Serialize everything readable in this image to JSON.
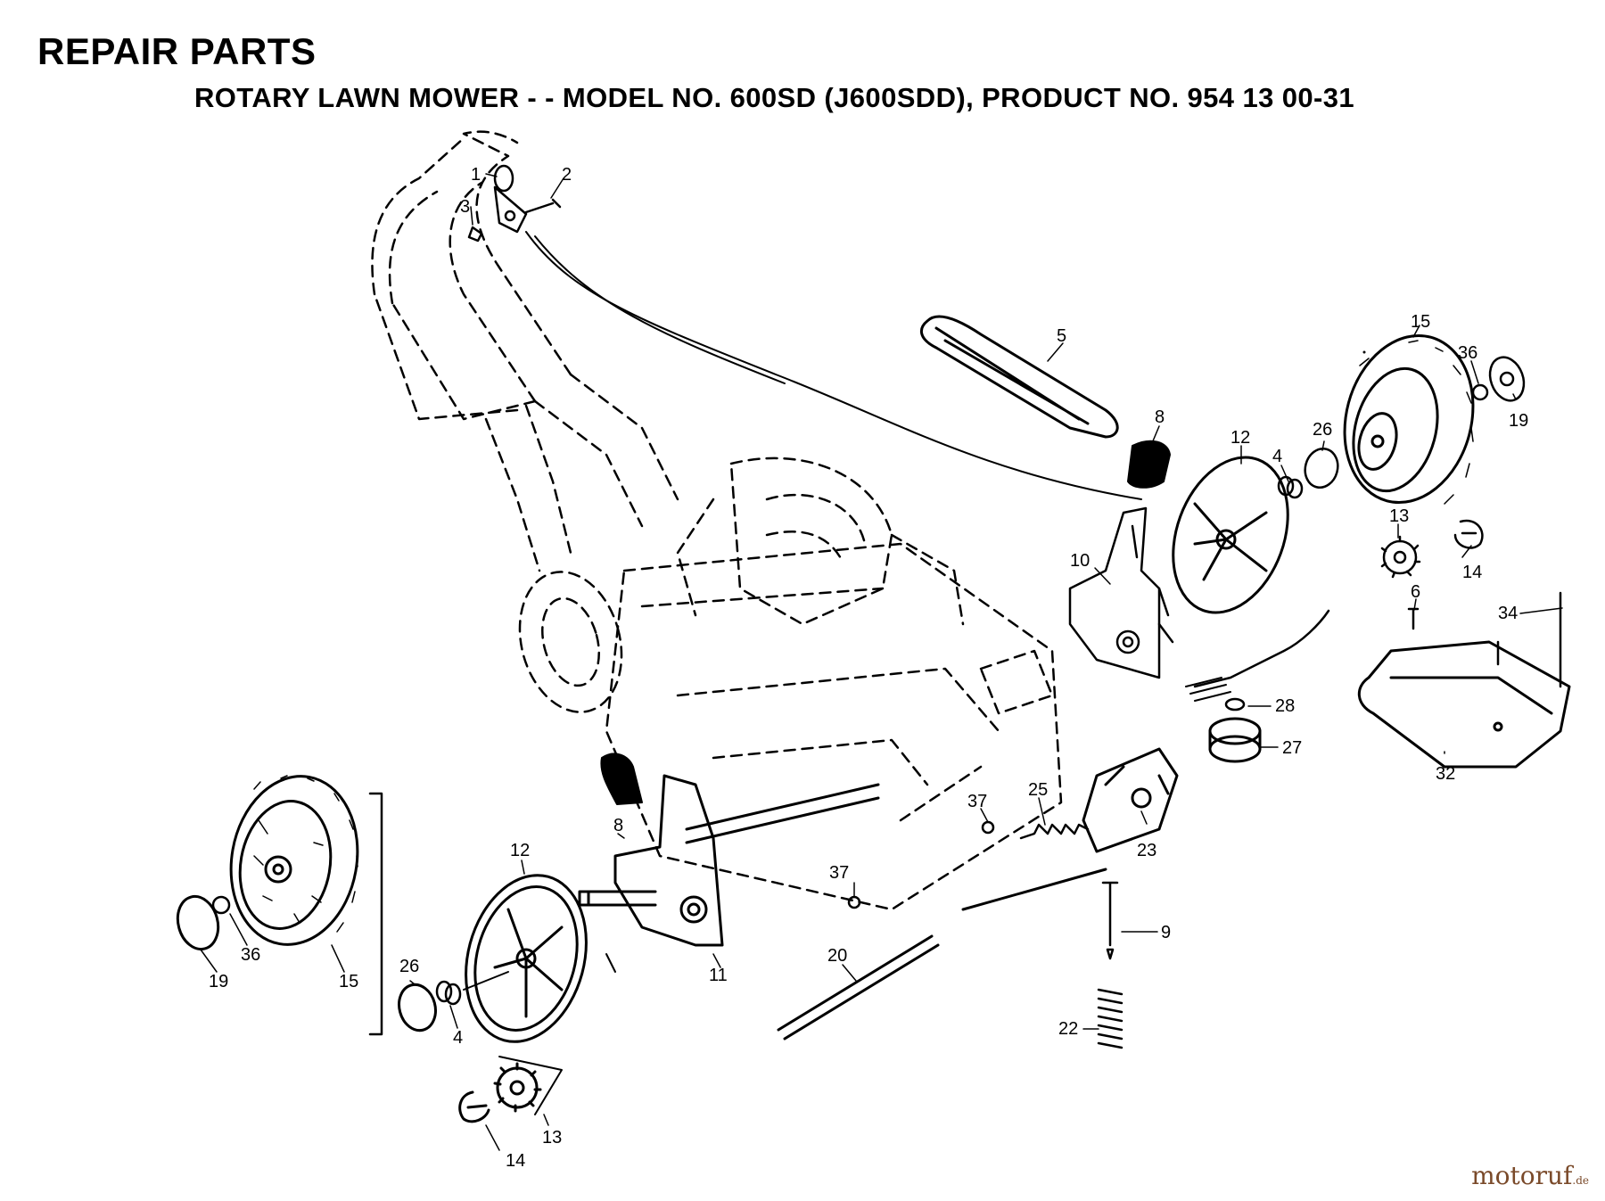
{
  "header": {
    "title": "REPAIR PARTS",
    "subtitle": "ROTARY LAWN MOWER - - MODEL NO. 600SD (J600SDD),   PRODUCT NO.  954 13 00-31"
  },
  "part_labels": {
    "p1": "1",
    "p2": "2",
    "p3": "3",
    "p4a": "4",
    "p4b": "4",
    "p5": "5",
    "p6": "6",
    "p8a": "8",
    "p8b": "8",
    "p9": "9",
    "p10": "10",
    "p11": "11",
    "p12a": "12",
    "p12b": "12",
    "p13a": "13",
    "p13b": "13",
    "p14a": "14",
    "p14b": "14",
    "p15a": "15",
    "p15b": "15",
    "p19a": "19",
    "p19b": "19",
    "p20": "20",
    "p22": "22",
    "p23": "23",
    "p25": "25",
    "p26a": "26",
    "p26b": "26",
    "p27": "27",
    "p28": "28",
    "p32": "32",
    "p34": "34",
    "p36a": "36",
    "p36b": "36",
    "p37a": "37",
    "p37b": "37"
  },
  "watermark": {
    "brand": "motoruf",
    "tld": ".de"
  }
}
